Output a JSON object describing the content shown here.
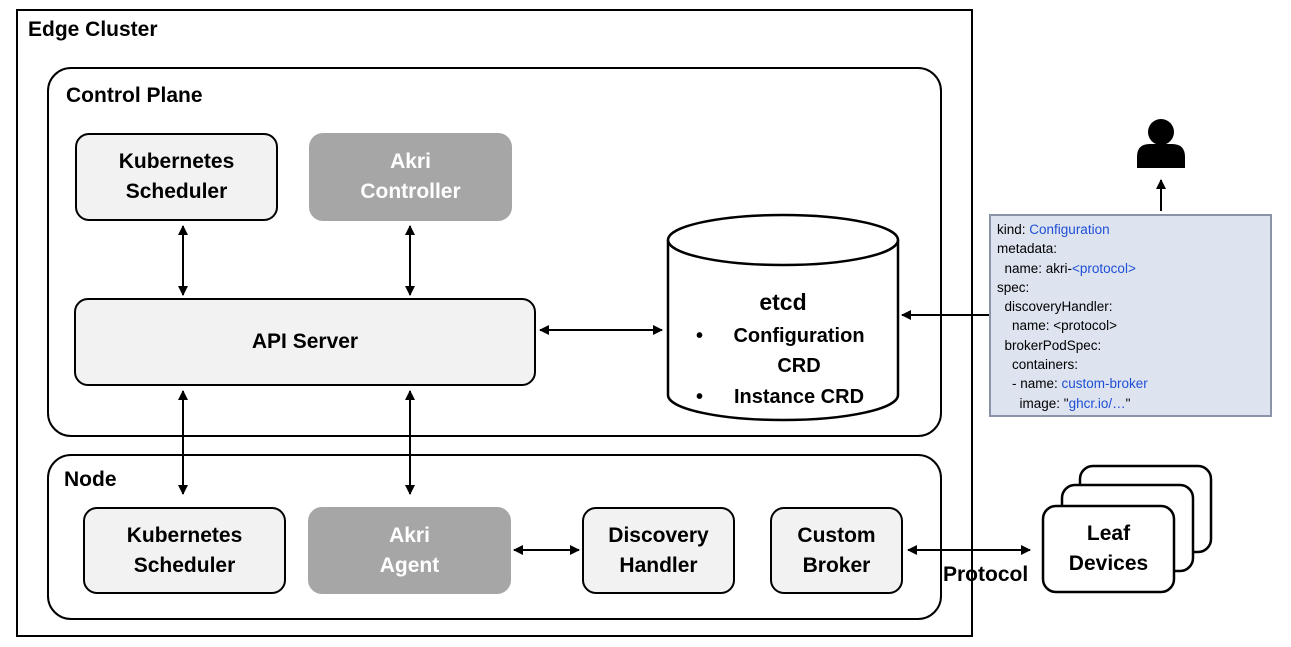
{
  "diagram": {
    "edge_cluster_label": "Edge Cluster",
    "control_plane": {
      "label": "Control Plane",
      "kubernetes_scheduler": [
        "Kubernetes",
        "Scheduler"
      ],
      "akri_controller": [
        "Akri",
        "Controller"
      ],
      "api_server": "API Server",
      "etcd": {
        "title": "etcd",
        "items": [
          {
            "bullet": "•",
            "lines": [
              "Configuration",
              "CRD"
            ]
          },
          {
            "bullet": "•",
            "lines": [
              "Instance CRD"
            ]
          }
        ]
      }
    },
    "node": {
      "label": "Node",
      "kubernetes_scheduler": [
        "Kubernetes",
        "Scheduler"
      ],
      "akri_agent": [
        "Akri",
        "Agent"
      ],
      "discovery_handler": [
        "Discovery",
        "Handler"
      ],
      "custom_broker": [
        "Custom",
        "Broker"
      ]
    },
    "protocol_label": "Protocol",
    "leaf_devices": [
      "Leaf",
      "Devices"
    ],
    "config_yaml": [
      {
        "key": "kind: ",
        "value": "Configuration"
      },
      {
        "key": "metadata:",
        "value": ""
      },
      {
        "key": "  name: akri-",
        "value": "<protocol>"
      },
      {
        "key": "spec:",
        "value": ""
      },
      {
        "key": "  discoveryHandler:",
        "value": ""
      },
      {
        "key": "    name: <protocol>",
        "value": ""
      },
      {
        "key": "  brokerPodSpec:",
        "value": ""
      },
      {
        "key": "    containers:",
        "value": ""
      },
      {
        "key": "    - name: ",
        "value": "custom-broker"
      },
      {
        "key": "      image: \"",
        "value": "ghcr.io/…",
        "suffix": "\""
      }
    ],
    "user_icon": "user-icon"
  },
  "colors": {
    "box_fill": "#f2f2f2",
    "akri_fill": "#a6a6a6",
    "yaml_fill": "#dde3ef",
    "yaml_value": "#1f4fd6"
  }
}
